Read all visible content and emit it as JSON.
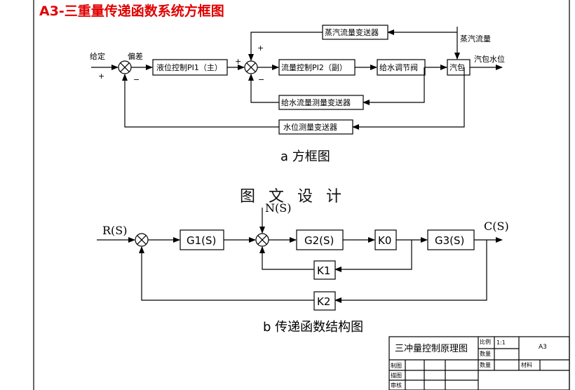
{
  "title": "A3-三重量传递函数系统方框图",
  "diagram_a": {
    "caption": "a 方框图",
    "input_label": "给定",
    "error_label": "偏差",
    "plus_sign": "+",
    "minus_sign": "−",
    "blocks": {
      "level_ctrl": "液位控制PI1（主）",
      "flow_ctrl": "流量控制PI2（副）",
      "valve": "给水调节阀",
      "drum": "汽包",
      "steam_tx": "蒸汽流量变送器",
      "feed_tx": "给水流量测量变送器",
      "level_tx": "水位测量变送器"
    },
    "steam_flow_label": "蒸汽流量",
    "output_label": "汽包水位"
  },
  "watermark": "图 文 设 计",
  "diagram_b": {
    "caption": "b 传递函数结构图",
    "input": "R(S)",
    "disturbance": "N(S)",
    "output": "C(S)",
    "blocks": {
      "g1": "G1(S)",
      "g2": "G2(S)",
      "k0": "K0",
      "g3": "G3(S)",
      "k1": "K1",
      "k2": "K2"
    }
  },
  "title_block": {
    "name": "三冲量控制原理图",
    "scale_label": "比例",
    "scale_value": "1:1",
    "qty_label": "数量",
    "qty2_label": "数量",
    "material_label": "材料",
    "sheet": "A3",
    "row1": "制图",
    "row2": "描图",
    "row3": "审核"
  }
}
